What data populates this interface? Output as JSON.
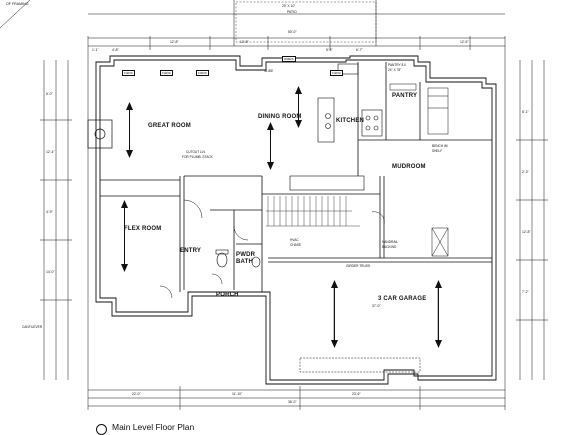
{
  "drawing": {
    "title": "Main Level Floor Plan",
    "top_corner_note": "OF FRAMING"
  },
  "rooms": {
    "great_room": "GREAT ROOM",
    "dining_room": "DINING ROOM",
    "kitchen": "KITCHEN",
    "pantry": "PANTRY",
    "mudroom": "MUDROOM",
    "flex_room": "FLEX ROOM",
    "entry": "ENTRY",
    "pwdr_bath_line1": "PWDR",
    "pwdr_bath_line2": "BATH",
    "porch": "PORCH",
    "garage": "3 CAR GARAGE"
  },
  "notes": {
    "patio_line1": "20' X 10'",
    "patio_line2": "PATIO",
    "slide": "SLIDE",
    "pantry_note_line1": "PANTRY 8.0",
    "pantry_note_line2": "24\" X 78\"",
    "bench_line1": "BENCH W/",
    "bench_line2": "SHELF",
    "cutout_line1": "CUTOUT LVL",
    "cutout_line2": "FOR PLUMB. STACK",
    "hvac_line1": "HVAC",
    "hvac_line2": "CHASE",
    "handrail_line1": "HANDRAIL",
    "handrail_line2": "BACKING",
    "girder": "GIRDER TRUSS",
    "cantilever": "CANTILEVER"
  },
  "window_tags": [
    "F4030",
    "F4030",
    "F4030",
    "W3026",
    "F4030"
  ],
  "dimensions": {
    "top_overall": "50'-0\"",
    "top_row": [
      "1'-1\"",
      "4'-8\"",
      "12'-8\"",
      "12'-8\"",
      "5'-4\"",
      "6'-7\"",
      "12'-6\""
    ],
    "bottom_row": [
      "22'-0\"",
      "11'-10\"",
      "23'-6\""
    ],
    "bottom_overall": "36'-0\"",
    "left_side": [
      "5'-0\"",
      "12'-4\"",
      "4'-9\"",
      "14'-0\""
    ],
    "right_side": [
      "8'-1\"",
      "2'-3\"",
      "12'-8\"",
      "7'-2\""
    ],
    "garage_width": "37'-0\""
  }
}
